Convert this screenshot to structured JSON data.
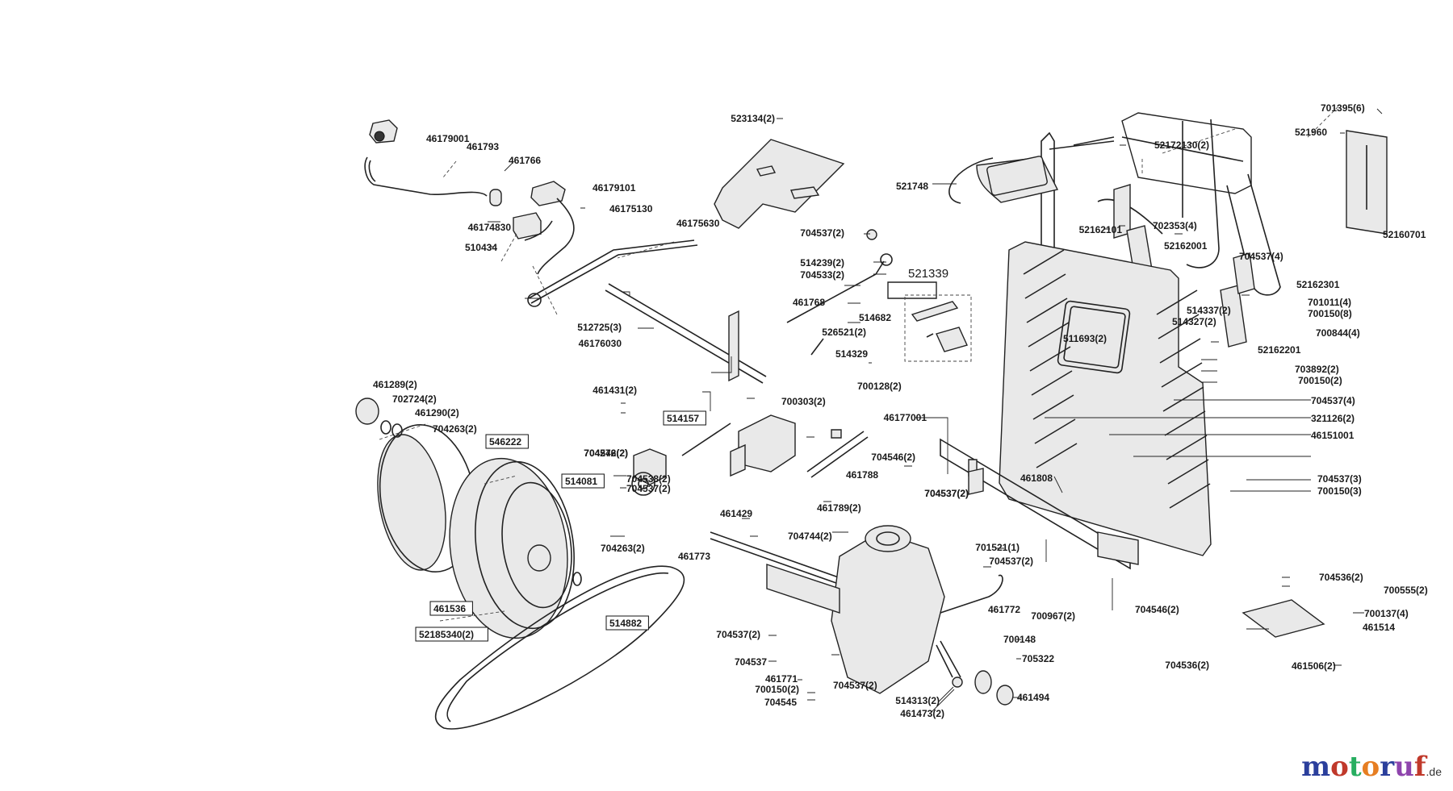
{
  "diagram": {
    "part_labels": [
      "701395(6)",
      "521960",
      "52172130(2)",
      "521748",
      "52162101",
      "702353(4)",
      "52162001",
      "52160701",
      "523134(2)",
      "46179001",
      "461793",
      "461766",
      "46179101",
      "46175130",
      "46174830",
      "46175630",
      "510434",
      "704537(2)",
      "514239(2)",
      "704533(2)",
      "461768",
      "514682",
      "526521(2)",
      "514329",
      "704537(4)",
      "52162301",
      "701011(4)",
      "700150(8)",
      "514337(2)",
      "514327(2)",
      "700844(4)",
      "52162201",
      "703892(2)",
      "700150(2)",
      "512725(3)",
      "46176030",
      "511693(2)",
      "461289(2)",
      "702724(2)",
      "461290(2)",
      "704263(2)",
      "461431(2)",
      "700303(2)",
      "700128(2)",
      "704537(4)",
      "321126(2)",
      "46151001",
      "46177001",
      "704546(2)",
      "704272(2)",
      "704546(2)",
      "704537(2)",
      "461788",
      "461789(2)",
      "704537(2)",
      "461808",
      "704537(3)",
      "700150(3)",
      "461429",
      "704538(2)",
      "704537(2)",
      "704263(2)",
      "704744(2)",
      "461773",
      "701521(1)",
      "704537(2)",
      "704536(2)",
      "700555(2)",
      "704546(2)",
      "700967(2)",
      "461772",
      "700137(4)",
      "461514",
      "704537(2)",
      "700148",
      "705322",
      "704537",
      "461771",
      "700150(2)",
      "704537(2)",
      "704545",
      "514313(2)",
      "461473(2)",
      "461494",
      "704536(2)",
      "461506(2)"
    ],
    "boxed_labels": [
      "546222",
      "514081",
      "461536",
      "52185340(2)",
      "514882",
      "514157"
    ],
    "group_label": "521339"
  },
  "logo": {
    "text": "motoruf",
    "suffix": ".de",
    "colors": [
      "#2b3f9c",
      "#c0392b",
      "#27ae60",
      "#e67e22",
      "#2b3f9c",
      "#8e44ad",
      "#c0392b"
    ]
  }
}
